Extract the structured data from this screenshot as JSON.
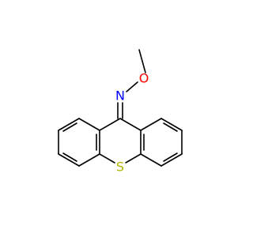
{
  "molecule": {
    "atoms": {
      "N": {
        "label": "N",
        "color": "#0000ff"
      },
      "O": {
        "label": "O",
        "color": "#ff0000"
      },
      "S": {
        "label": "S",
        "color": "#b2b200"
      }
    }
  }
}
